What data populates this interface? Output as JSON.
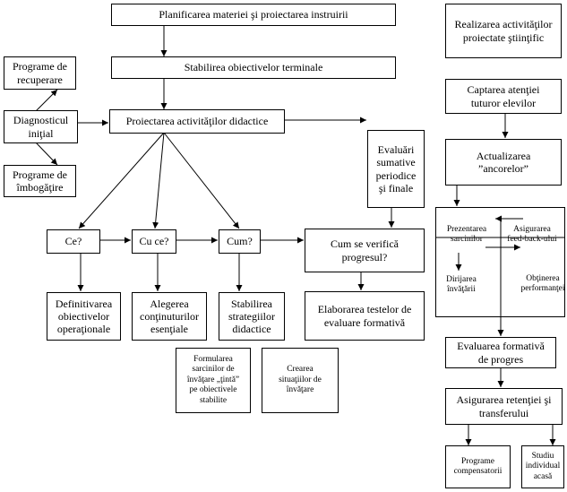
{
  "nodes": {
    "planificarea": "Planificarea materiei şi proiectarea instruirii",
    "stabilirea_obiectivelor_terminale": "Stabilirea obiectivelor terminale",
    "proiectarea_activitatilor": "Proiectarea activităţilor didactice",
    "programe_recuperare": "Programe de\nrecuperare",
    "diagnosticul_initial": "Diagnosticul\niniţial",
    "programe_imbogatire": "Programe de\nîmbogăţire",
    "evaluari_sumative": "Evaluări\nsumative\nperiodice\nşi finale",
    "ce": "Ce?",
    "cu_ce": "Cu ce?",
    "cum": "Cum?",
    "cum_se_verifica": "Cum se verifică\nprogresul?",
    "definitivarea_obiectivelor": "Definitivarea\nobiectivelor\noperaţionale",
    "alegerea_continuturilor": "Alegerea\nconţinuturilor\nesenţiale",
    "stabilirea_strategiilor": "Stabilirea\nstrategiilor\ndidactice",
    "elaborarea_testelor": "Elaborarea testelor de\nevaluare formativă",
    "formularea_sarcinilor": "Formularea\nsarcinilor de\nînvăţare „ţintă”\npe obiectivele\nstabilite",
    "crearea_situatiilor": "Crearea\nsituaţiilor de\nînvăţare",
    "realizarea_activitatilor": "Realizarea activităţilor\nproiectate ştiinţific",
    "captarea_atentiei": "Captarea atenţiei\ntuturor elevilor",
    "actualizarea_ancorelor": "Actualizarea\n”ancorelor”",
    "prezentarea_sarcinilor": "Prezentarea\nsarcinilor",
    "asigurarea_feedback": "Asigurarea\nfeed-back-ului",
    "dirijarea_invatarii": "Dirijarea\nînvăţării",
    "obtinerea_performantei": "Obţinerea\nperformanţei",
    "evaluarea_formativa": "Evaluarea formativă\nde progres",
    "asigurarea_retentiei": "Asigurarea retenţiei şi\ntransferului",
    "programe_compensatorii": "Programe\ncompensatorii",
    "studiu_individual": "Studiu\nindividual\nacasă"
  }
}
